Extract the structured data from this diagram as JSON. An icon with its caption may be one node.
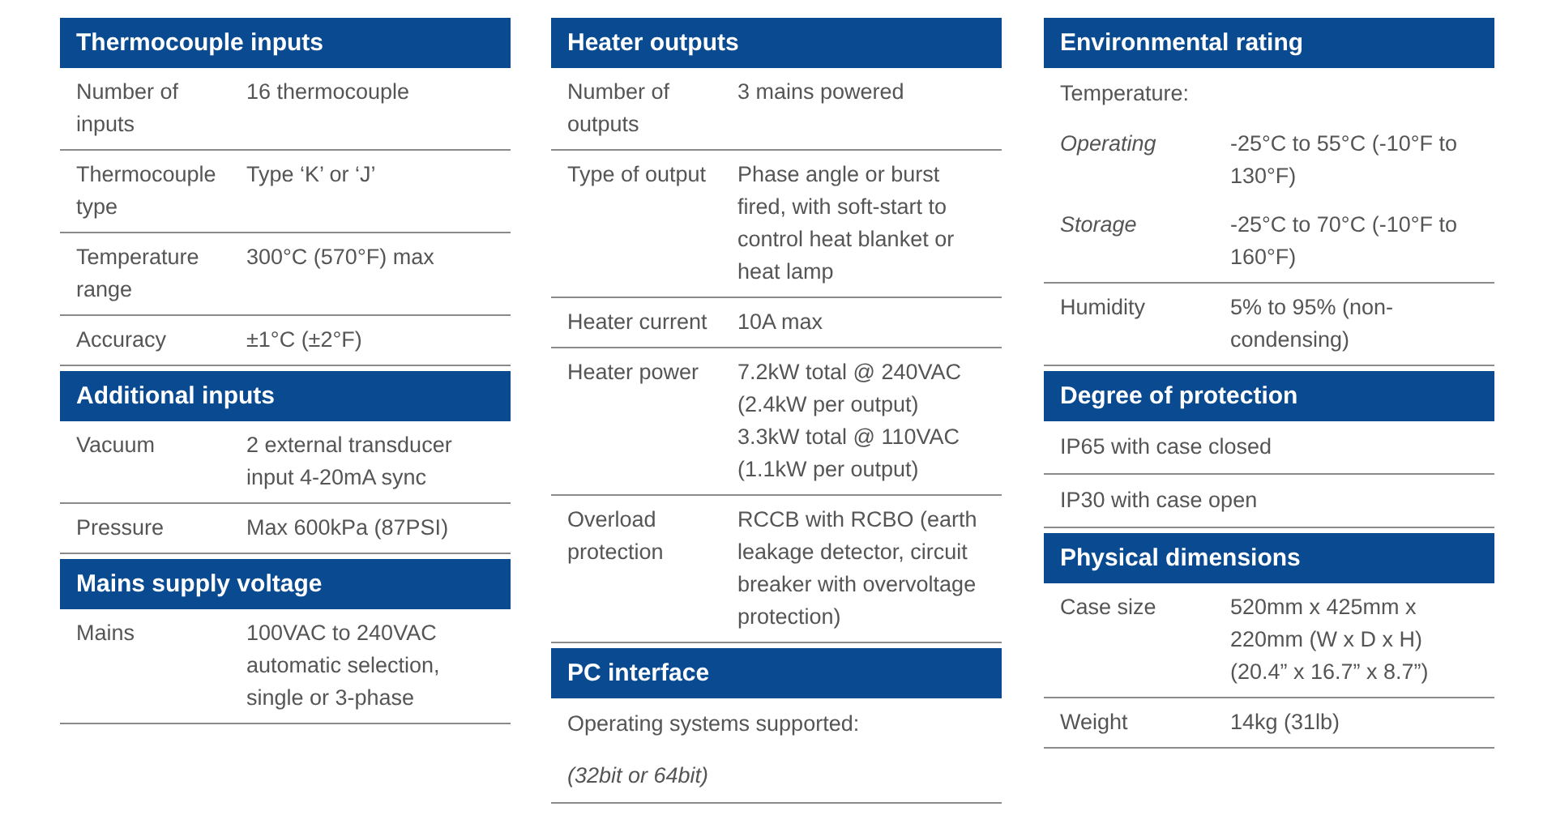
{
  "diagram": {
    "nodes": [
      {
        "text": [
          "Thermocouple inputs"
        ]
      },
      {
        "text": [
          "Additional inputs"
        ]
      },
      {
        "text": [
          "Mains supply voltage"
        ]
      },
      {
        "text": [
          "Heater outputs"
        ]
      },
      {
        "text": [
          "PC interface"
        ]
      },
      {
        "text": [
          "Environmental rating"
        ]
      },
      {
        "text": [
          "Degree of protection"
        ]
      },
      {
        "text": [
          "Physical dimensions"
        ]
      }
    ],
    "labels": [
      "Number of inputs",
      "16 thermocouple",
      "Thermocouple type",
      "Type ‘K’ or ‘J’",
      "Temperature range",
      "300°C (570°F) max",
      "Accuracy",
      "±1°C (±2°F)",
      "Vacuum",
      "2 external transducer input 4-20mA sync",
      "Pressure",
      "Max 600kPa (87PSI)",
      "Mains",
      "100VAC to 240VAC automatic selection, single or 3-phase",
      "Number of outputs",
      "3 mains powered",
      "Type of output",
      "Phase angle or burst fired, with soft-start to control heat blanket or heat lamp",
      "Heater current",
      "10A max",
      "Heater power",
      "7.2kW total @ 240VAC (2.4kW per output)",
      "3.3kW total @ 110VAC (1.1kW per output)",
      "Overload protection",
      "RCCB with RCBO (earth leakage detector, circuit breaker with overvoltage protection)",
      "Operating systems supported:",
      "(32bit or 64bit)",
      "Temperature:",
      "Operating",
      "-25°C to 55°C (-10°F to 130°F)",
      "Storage",
      "-25°C to 70°C (-10°F to 160°F)",
      "Humidity",
      "5% to 95% (non-condensing)",
      "IP65 with case closed",
      "IP30 with case open",
      "Case size",
      "520mm x 425mm x 220mm (W x D x H) (20.4” x 16.7” x 8.7”)",
      "Weight",
      "14kg (31lb)"
    ]
  }
}
